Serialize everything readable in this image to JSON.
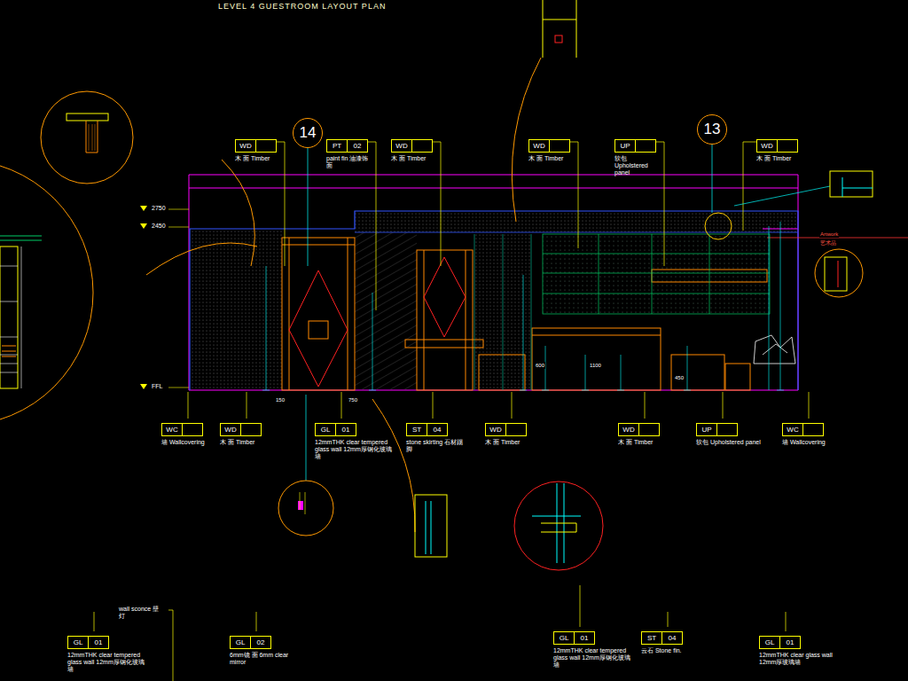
{
  "diagram": {
    "title": "LEVEL 4 GUESTROOM LAYOUT PLAN",
    "nodes": [
      {
        "text": [
          "WD",
          "木 面 Timber"
        ]
      },
      {
        "text": [
          "14"
        ]
      },
      {
        "text": [
          "PT",
          "02",
          "paint fin 油漆饰面"
        ]
      },
      {
        "text": [
          "WD",
          "木 面 Timber"
        ]
      },
      {
        "text": [
          "WD",
          "木 面 Timber"
        ]
      },
      {
        "text": [
          "UP",
          "软包 Upholstered panel"
        ]
      },
      {
        "text": [
          "13"
        ]
      },
      {
        "text": [
          "WD",
          "木 面 Timber"
        ]
      },
      {
        "text": [
          "WC",
          "墙 Wallcovering"
        ]
      },
      {
        "text": [
          "WD",
          "木 面 Timber"
        ]
      },
      {
        "text": [
          "GL",
          "01",
          "12mmTHK clear tempered glass wall 12mm厚钢化玻璃墙"
        ]
      },
      {
        "text": [
          "ST",
          "04",
          "stone skirting 石材踢脚"
        ]
      },
      {
        "text": [
          "WD",
          "木 面 Timber"
        ]
      },
      {
        "text": [
          "WD",
          "木 面 Timber"
        ]
      },
      {
        "text": [
          "UP",
          "软包 Upholstered panel"
        ]
      },
      {
        "text": [
          "WC",
          "墙 Wallcovering"
        ]
      },
      {
        "text": [
          "GL",
          "01",
          "12mmTHK clear tempered glass wall 12mm厚钢化玻璃墙"
        ]
      },
      {
        "text": [
          "GL",
          "02",
          "6mm镜 面 6mm clear mirror"
        ]
      },
      {
        "text": [
          "GL",
          "01",
          "12mmTHK clear tempered glass wall 12mm厚钢化玻璃墙"
        ]
      },
      {
        "text": [
          "ST",
          "04",
          "云石 Stone fin."
        ]
      },
      {
        "text": [
          "GL",
          "01",
          "12mmTHK clear glass wall 12mm厚玻璃墙"
        ]
      }
    ],
    "labels": [
      "2750",
      "2450",
      "FFL",
      "Artwork",
      "艺术品",
      "wall sconce 壁灯",
      "150",
      "750",
      "600",
      "1100",
      "450"
    ]
  }
}
